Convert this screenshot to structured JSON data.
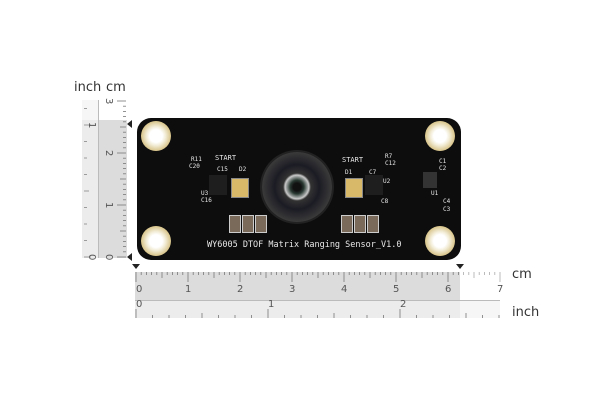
{
  "rulers": {
    "left": {
      "units": [
        "inch",
        "cm"
      ],
      "cm_ticks": [
        "0",
        "1",
        "2",
        "3"
      ],
      "inch_ticks": [
        "0",
        "1"
      ]
    },
    "bottom": {
      "units": [
        "cm",
        "inch"
      ],
      "cm_ticks": [
        "0",
        "1",
        "2",
        "3",
        "4",
        "5",
        "6",
        "7"
      ],
      "inch_ticks": [
        "0",
        "1",
        "2"
      ]
    }
  },
  "board": {
    "title": "WY6005 DTOF Matrix Ranging Sensor_V1.0",
    "labels": {
      "start_left": "START",
      "start_right": "START",
      "r11": "R11",
      "c20": "C20",
      "c15": "C15",
      "d2": "D2",
      "d1": "D1",
      "c7": "C7",
      "u2": "U2",
      "c8": "C8",
      "u3": "U3",
      "c16": "C16",
      "r7": "R7",
      "c12": "C12",
      "c1": "C1",
      "c2": "C2",
      "c3": "C3",
      "c4": "C4",
      "u1": "U1"
    },
    "colors": {
      "pcb": "#0d0d0d",
      "silkscreen": "#e8e8e8",
      "gold": "#d8b96a"
    }
  }
}
